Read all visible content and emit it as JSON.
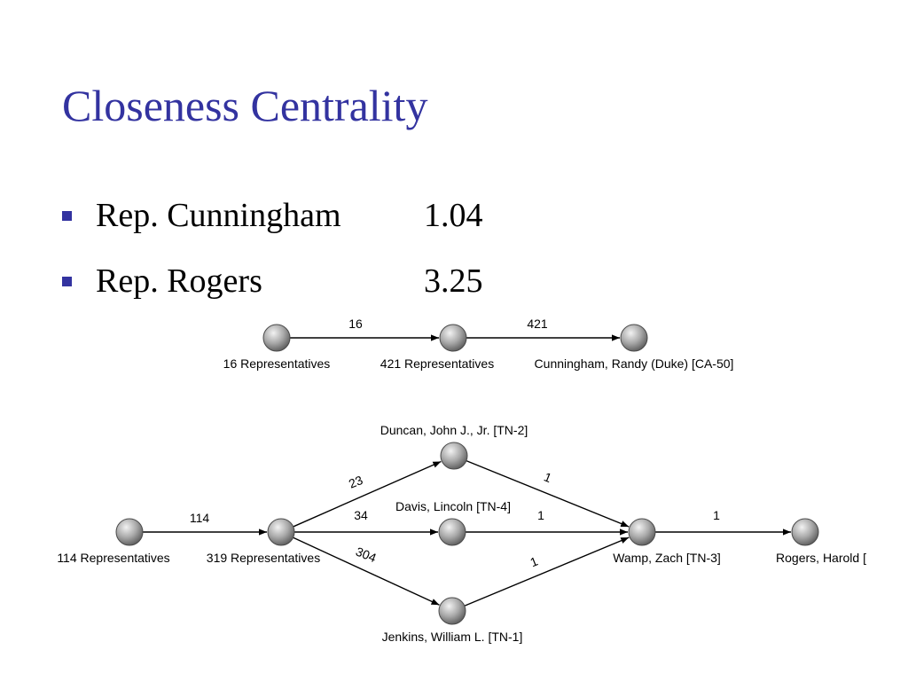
{
  "slide": {
    "title": "Closeness Centrality",
    "bullets": [
      {
        "name": "Rep. Cunningham",
        "value": "1.04"
      },
      {
        "name": "Rep. Rogers",
        "value": "3.25"
      }
    ]
  },
  "network": {
    "top_chain": {
      "nodes": [
        "16 Representatives",
        "421 Representatives",
        "Cunningham, Randy (Duke) [CA-50]"
      ],
      "edges": [
        {
          "from": 0,
          "to": 1,
          "weight": "16"
        },
        {
          "from": 1,
          "to": 2,
          "weight": "421"
        }
      ]
    },
    "bottom_graph": {
      "nodes": [
        "114 Representatives",
        "319 Representatives",
        "Duncan, John J., Jr. [TN-2]",
        "Davis, Lincoln [TN-4]",
        "Jenkins, William L. [TN-1]",
        "Wamp, Zach [TN-3]",
        "Rogers, Harold ["
      ],
      "edges": [
        {
          "from": 0,
          "to": 1,
          "weight": "114"
        },
        {
          "from": 1,
          "to": 2,
          "weight": "23"
        },
        {
          "from": 1,
          "to": 3,
          "weight": "34"
        },
        {
          "from": 1,
          "to": 4,
          "weight": "304"
        },
        {
          "from": 2,
          "to": 5,
          "weight": "1"
        },
        {
          "from": 3,
          "to": 5,
          "weight": "1"
        },
        {
          "from": 4,
          "to": 5,
          "weight": "1"
        },
        {
          "from": 5,
          "to": 6,
          "weight": "1"
        }
      ]
    }
  }
}
